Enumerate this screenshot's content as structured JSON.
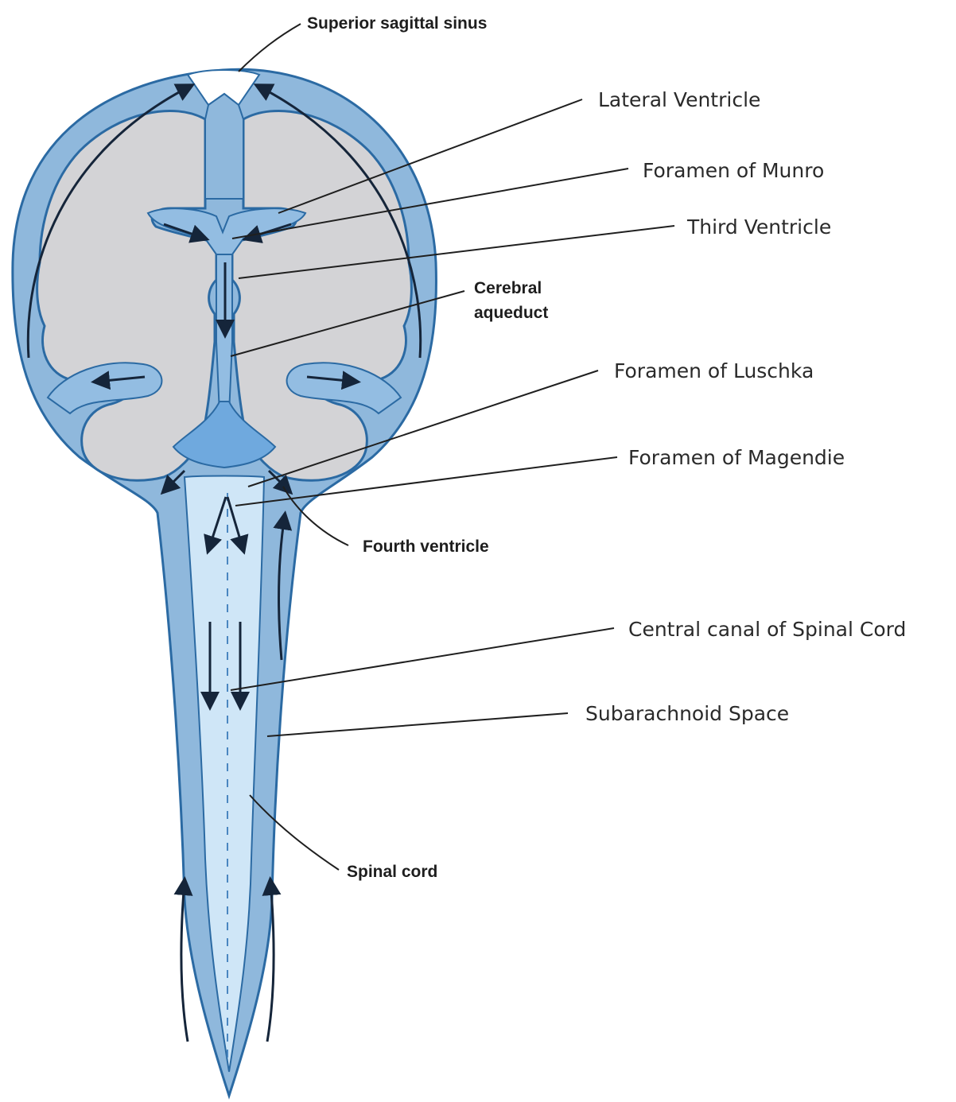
{
  "diagram": {
    "colors": {
      "csf": "#8fb8dc",
      "csf_dark": "#6fa2cf",
      "ventricle": "#93bde2",
      "spinal_cord": "#cfe6f7",
      "brain": "#d3d3d6",
      "outline": "#2b6aa3",
      "arrow": "#15253a",
      "background": "#ffffff"
    },
    "labels": {
      "superior_sagittal_sinus": "Superior sagittal sinus",
      "lateral_ventricle": "Lateral Ventricle",
      "foramen_of_munro": "Foramen of Munro",
      "third_ventricle": "Third Ventricle",
      "cerebral_aqueduct_line1": "Cerebral",
      "cerebral_aqueduct_line2": "aqueduct",
      "foramen_of_luschka": "Foramen of Luschka",
      "foramen_of_magendie": "Foramen of Magendie",
      "fourth_ventricle": "Fourth ventricle",
      "central_canal": "Central canal of Spinal Cord",
      "subarachnoid_space": "Subarachnoid Space",
      "spinal_cord": "Spinal cord"
    }
  }
}
